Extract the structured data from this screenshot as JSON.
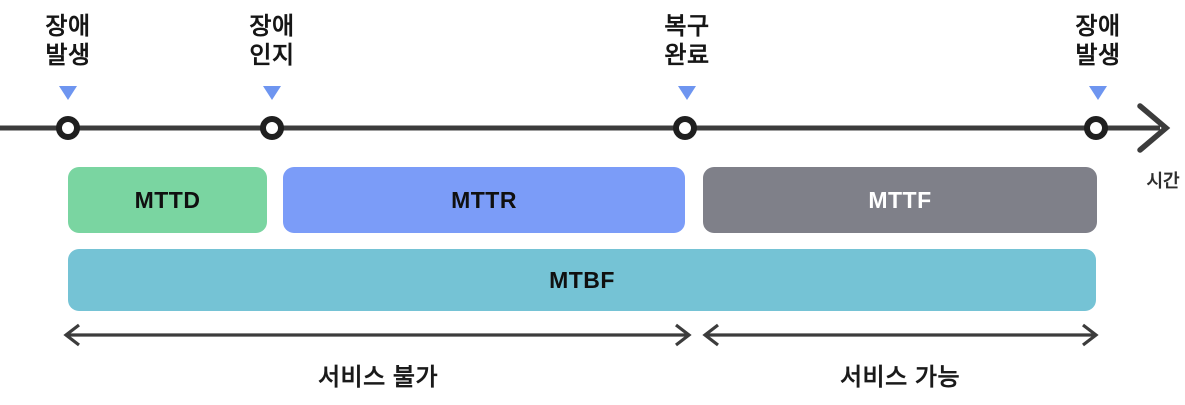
{
  "diagram": {
    "axis_label": "시간",
    "events": [
      {
        "label": "장애\n발생"
      },
      {
        "label": "장애\n인지"
      },
      {
        "label": "복구\n완료"
      },
      {
        "label": "장애\n발생"
      }
    ],
    "bars": [
      {
        "label": "MTTD",
        "color": "#7AD5A1",
        "text_color": "#101010"
      },
      {
        "label": "MTTR",
        "color": "#7B9CF8",
        "text_color": "#101010"
      },
      {
        "label": "MTTF",
        "color": "#7F8089",
        "text_color": "#ffffff"
      },
      {
        "label": "MTBF",
        "color": "#75C3D5",
        "text_color": "#101010"
      }
    ],
    "spans": [
      {
        "label": "서비스 불가"
      },
      {
        "label": "서비스 가능"
      }
    ],
    "colors": {
      "marker_triangle": "#6E95F0",
      "axis_line": "#3C3C3C",
      "node_ring": "#1F1F1F",
      "background": "#ffffff"
    }
  }
}
